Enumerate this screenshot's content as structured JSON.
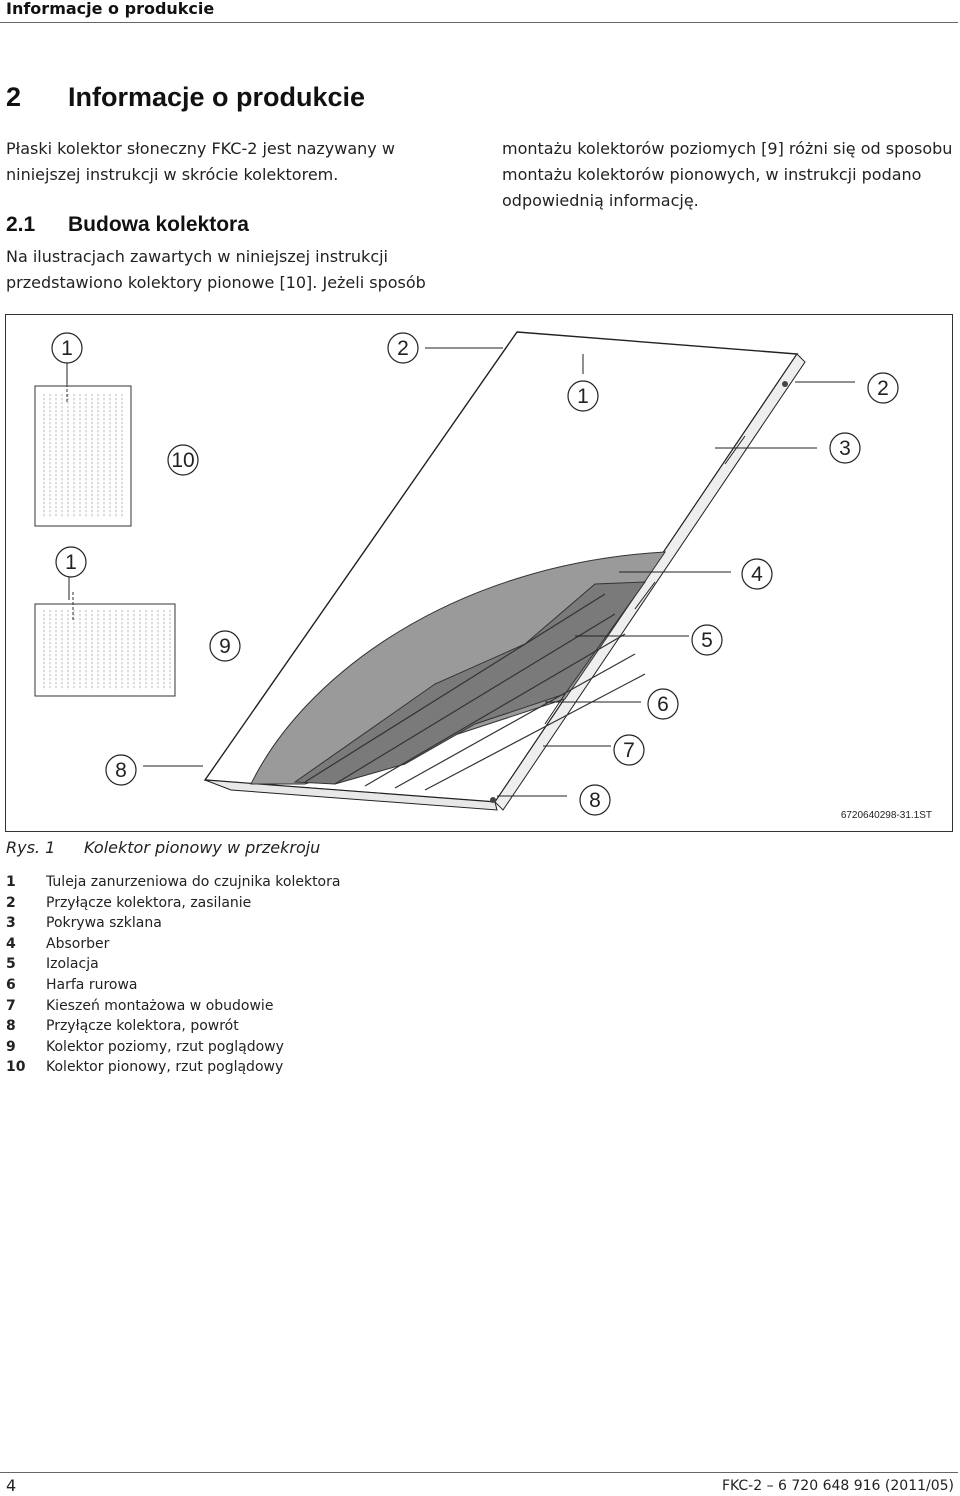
{
  "header": {
    "title": "Informacje o produkcie"
  },
  "section": {
    "number": "2",
    "title": "Informacje o produkcie"
  },
  "intro": {
    "line1": "Płaski kolektor słoneczny FKC-2 jest nazywany w",
    "line2": "niniejszej instrukcji w skrócie kolektorem."
  },
  "subsection": {
    "number": "2.1",
    "title": "Budowa kolektora"
  },
  "body_left": {
    "line1": "Na ilustracjach zawartych w niniejszej instrukcji",
    "line2": "przedstawiono kolektory pionowe [10]. Jeżeli sposób"
  },
  "body_right": {
    "line1": "montażu kolektorów poziomych [9] różni się od sposobu",
    "line2": "montażu kolektorów pionowych, w instrukcji podano",
    "line3": "odpowiednią informację."
  },
  "figure": {
    "code": "6720640298-31.1ST",
    "callouts": {
      "c1a": "1",
      "c2a": "2",
      "c1b": "1",
      "c2b": "2",
      "c10": "10",
      "c3": "3",
      "c1c": "1",
      "c4": "4",
      "c9": "9",
      "c5": "5",
      "c6": "6",
      "c8a": "8",
      "c7": "7",
      "c8b": "8"
    },
    "caption_label": "Rys. 1",
    "caption_text": "Kolektor pionowy w przekroju"
  },
  "legend": [
    {
      "num": "1",
      "text": "Tuleja zanurzeniowa do czujnika kolektora"
    },
    {
      "num": "2",
      "text": "Przyłącze kolektora, zasilanie"
    },
    {
      "num": "3",
      "text": "Pokrywa szklana"
    },
    {
      "num": "4",
      "text": "Absorber"
    },
    {
      "num": "5",
      "text": "Izolacja"
    },
    {
      "num": "6",
      "text": "Harfa rurowa"
    },
    {
      "num": "7",
      "text": "Kieszeń montażowa w obudowie"
    },
    {
      "num": "8",
      "text": "Przyłącze kolektora, powrót"
    },
    {
      "num": "9",
      "text": "Kolektor poziomy, rzut poglądowy"
    },
    {
      "num": "10",
      "text": "Kolektor pionowy, rzut poglądowy"
    }
  ],
  "footer": {
    "page": "4",
    "doc": "FKC-2 – 6 720 648 916 (2011/05)"
  }
}
